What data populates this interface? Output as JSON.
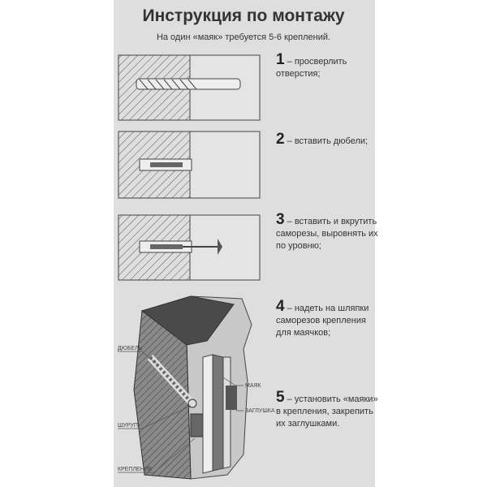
{
  "title": "Инструкция по монтажу",
  "subtitle": "На один «маяк» требуется 5-6 креплений.",
  "steps": [
    {
      "number": "1",
      "text": "– просверлить отверстия;"
    },
    {
      "number": "2",
      "text": "– вставить дюбели;"
    },
    {
      "number": "3",
      "text": "– вставить и вкрутить саморезы, выровнять их по уровню;"
    },
    {
      "number": "4",
      "text": "– надеть на шляпки саморезов крепления для маячков;"
    },
    {
      "number": "5",
      "text": "– установить «маяки» в крепления, закрепить их заглушками."
    }
  ],
  "labels": {
    "dowel": "ДЮБЕЛЬ",
    "screw": "ШУРУП",
    "fastener": "КРЕПЛЕНИЕ",
    "beacon": "МАЯК",
    "plug": "ЗАГЛУШКА"
  }
}
